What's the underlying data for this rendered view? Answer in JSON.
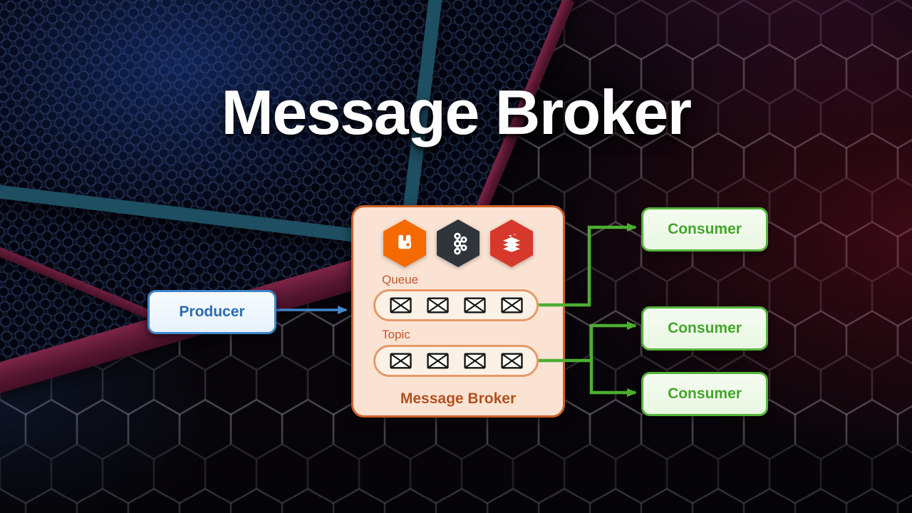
{
  "title": "Message Broker",
  "producer": {
    "label": "Producer"
  },
  "broker": {
    "label": "Message Broker",
    "icons": [
      {
        "name": "rabbitmq-icon",
        "color": "#f56a00"
      },
      {
        "name": "kafka-icon",
        "color": "#2f353b"
      },
      {
        "name": "redis-icon",
        "color": "#d6392c"
      }
    ],
    "sections": [
      {
        "label": "Queue",
        "message_count": 4
      },
      {
        "label": "Topic",
        "message_count": 4
      }
    ]
  },
  "consumers": [
    {
      "label": "Consumer"
    },
    {
      "label": "Consumer"
    },
    {
      "label": "Consumer"
    }
  ],
  "colors": {
    "producer_accent": "#3f86c9",
    "broker_accent": "#cd6128",
    "broker_fill": "#fbe3d3",
    "consumer_accent": "#56b43c",
    "arrow_blue": "#3f86c9",
    "arrow_green": "#4cae31"
  }
}
